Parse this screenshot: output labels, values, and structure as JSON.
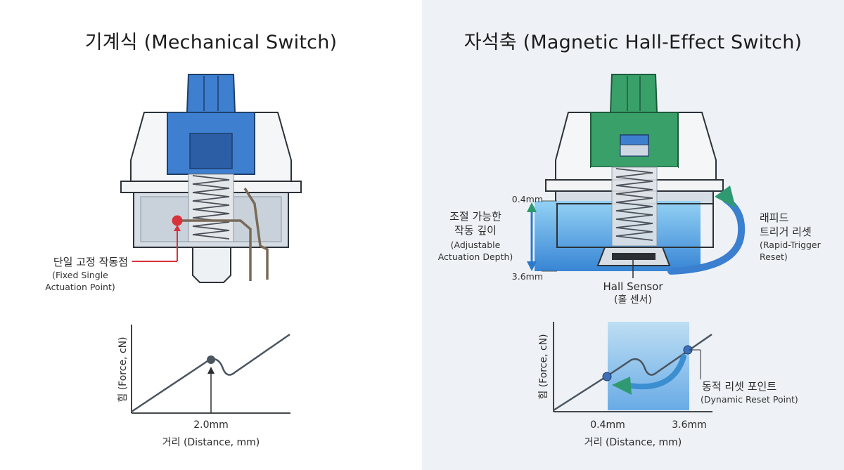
{
  "mechanical": {
    "title": "기계식 (Mechanical Switch)",
    "actuation_label_ko": "단일 고정 작동점",
    "actuation_label_en_1": "(Fixed Single",
    "actuation_label_en_2": "Actuation Point)",
    "stem_color": "#3f7fd0",
    "chart": {
      "y_axis_label": "힘 (Force, cN)",
      "x_axis_label": "거리 (Distance, mm)",
      "actuation_tick": "2.0mm"
    }
  },
  "magnetic": {
    "title": "자석축 (Magnetic Hall-Effect Switch)",
    "depth_label_ko_1": "조절 가능한",
    "depth_label_ko_2": "작동 깊이",
    "depth_label_en_1": "(Adjustable",
    "depth_label_en_2": "Actuation Depth)",
    "depth_top": "0.4mm",
    "depth_bottom": "3.6mm",
    "sensor_label_en": "Hall Sensor",
    "sensor_label_ko": "(홀 센서)",
    "reset_label_ko_1": "래피드",
    "reset_label_ko_2": "트리거 리셋",
    "reset_label_en_1": "(Rapid-Trigger",
    "reset_label_en_2": "Reset)",
    "stem_color": "#3aa06a",
    "chart": {
      "y_axis_label": "힘 (Force, cN)",
      "x_axis_label": "거리 (Distance, mm)",
      "tick_start": "0.4mm",
      "tick_end": "3.6mm",
      "dynamic_label_ko": "동적 리셋 포인트",
      "dynamic_label_en": "(Dynamic Reset Point)"
    }
  },
  "colors": {
    "actuation_point": "#d8323a",
    "line": "#4a5560",
    "blue_accent": "#2e79c9",
    "green_arrow": "#2f9a72"
  }
}
